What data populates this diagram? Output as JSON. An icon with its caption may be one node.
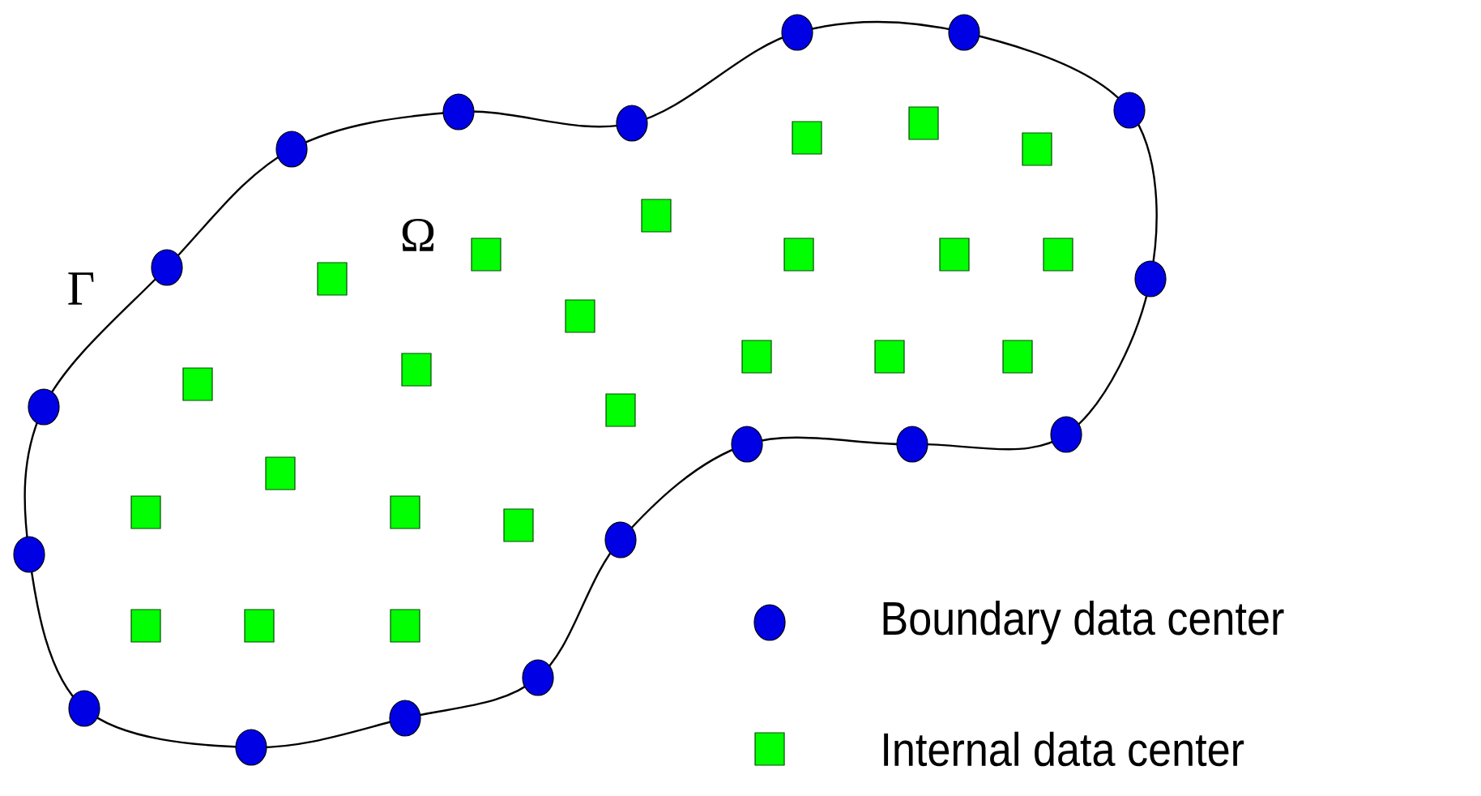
{
  "diagram": {
    "labels": [
      "Γ",
      "Ω"
    ],
    "legend": [
      {
        "text": "Boundary data center"
      },
      {
        "text": "Internal data center"
      }
    ]
  }
}
